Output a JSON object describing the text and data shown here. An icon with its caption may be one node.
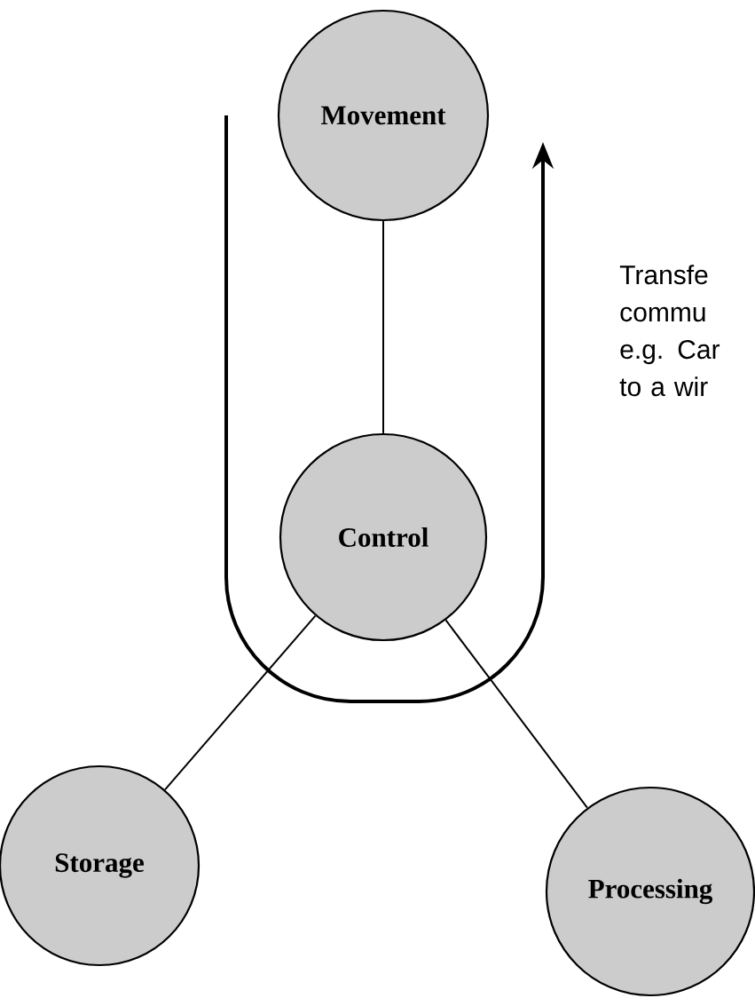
{
  "diagram": {
    "nodes": [
      {
        "text": [
          "Movement"
        ]
      },
      {
        "text": [
          "Control"
        ]
      },
      {
        "text": [
          "Storage"
        ]
      },
      {
        "text": [
          "Processing"
        ]
      }
    ],
    "edges": [
      {
        "from": 0,
        "to": 1,
        "arrow": "none"
      },
      {
        "from": 1,
        "to": 2,
        "arrow": "none"
      },
      {
        "from": 1,
        "to": 3,
        "arrow": "none"
      }
    ],
    "labels": [
      "Transfe commu e.g. Car to a wir"
    ]
  }
}
